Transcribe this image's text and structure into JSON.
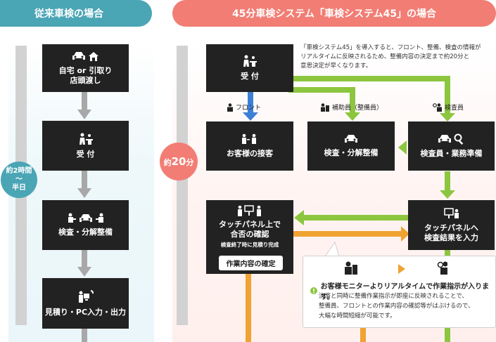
{
  "left": {
    "header": "従来車検の場合",
    "badge": {
      "line1": "約2時間",
      "line2": "〜",
      "line3": "半日"
    },
    "steps": [
      {
        "label": "自宅 or 引取り\n店頭渡し",
        "icons": [
          "car-icon",
          "house-icon"
        ]
      },
      {
        "label": "受 付",
        "icons": [
          "reception-icon"
        ]
      },
      {
        "label": "検査・分解整備",
        "icons": [
          "staff-icon",
          "car-icon",
          "staff-icon"
        ]
      },
      {
        "label": "見積り・PC入力・出力",
        "icons": [
          "pc-phone-icon"
        ]
      }
    ]
  },
  "right": {
    "header": "45分車検システム「車検システム45」の場合",
    "badge": {
      "prefix": "約",
      "value": "20",
      "suffix": "分"
    },
    "note": "「車検システム45」を導入すると、フロント、整備、検査の情報が\nリアルタイムに反映されるため、整備内容の決定まで約20分と\n意思決定が早くなります。",
    "roles": {
      "front": "フロント",
      "assistant": "補助員（整備員）",
      "inspector": "検査員"
    },
    "boxes": {
      "reception": "受 付",
      "customer": "お客様の接客",
      "maintenance": "検査・分解整備",
      "inspector_prep": "検査員・業務準備",
      "touch_confirm": "タッチパネル上で\n合否の確認",
      "touch_confirm_sub": "検査終了時に見積り完成",
      "confirm_button": "作業内容の確定",
      "touch_input": "タッチパネルへ\n検査結果を入力"
    },
    "popup": {
      "title": "お客様モニターよりリアルタイムで作業指示が入ります。",
      "body": "決済と同時に整備作業指示が即座に反映されることで、\n整備員、フロントとの作業内容の確認等がはぶけるので、\n大幅な時間短縮が可能です。"
    }
  },
  "colors": {
    "teal": "#4aa5b5",
    "coral": "#f27d74",
    "green": "#8cc63f",
    "blue": "#3d7fd6",
    "orange": "#f0a232",
    "gray": "#a8a8a8"
  }
}
